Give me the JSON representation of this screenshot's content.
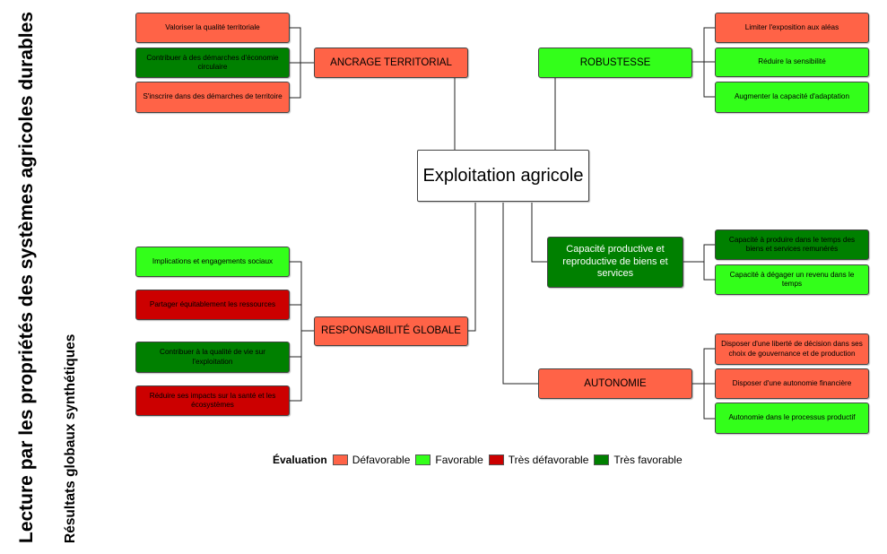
{
  "titles": {
    "main": "Lecture par les propriétés des systèmes agricoles durables",
    "subtitle": "Résultats globaux synthétiques"
  },
  "colors": {
    "defavorable": "#FF6347",
    "favorable": "#33FF1A",
    "tres_defavorable": "#CC0000",
    "tres_favorable": "#008000"
  },
  "root": {
    "label": "Exploitation agricole"
  },
  "categories": {
    "ancrage": {
      "label": "ANCRAGE TERRITORIAL",
      "rating": "defavorable",
      "items": [
        {
          "label": "Valoriser la qualité territoriale",
          "rating": "defavorable"
        },
        {
          "label": "Contribuer à des démarches d'économie circulaire",
          "rating": "tres_favorable"
        },
        {
          "label": "S'inscrire dans des démarches de territoire",
          "rating": "defavorable"
        }
      ]
    },
    "robustesse": {
      "label": "ROBUSTESSE",
      "rating": "favorable",
      "items": [
        {
          "label": "Limiter l'exposition aux aléas",
          "rating": "defavorable"
        },
        {
          "label": "Réduire la sensibilité",
          "rating": "favorable"
        },
        {
          "label": "Augmenter la capacité d'adaptation",
          "rating": "favorable"
        }
      ]
    },
    "capacite": {
      "label": "Capacité productive et reproductive de biens et services",
      "rating": "tres_favorable",
      "items": [
        {
          "label": "Capacité à produire dans le temps des biens et services remunérés",
          "rating": "tres_favorable"
        },
        {
          "label": "Capacité à dégager un revenu dans le temps",
          "rating": "favorable"
        }
      ]
    },
    "responsabilite": {
      "label": "RESPONSABILITÉ GLOBALE",
      "rating": "defavorable",
      "items": [
        {
          "label": "Implications et engagements sociaux",
          "rating": "favorable"
        },
        {
          "label": "Partager équitablement les ressources",
          "rating": "tres_defavorable"
        },
        {
          "label": "Contribuer à la qualité de vie sur l'exploitation",
          "rating": "tres_favorable"
        },
        {
          "label": "Réduire ses impacts sur la santé et les écosystèmes",
          "rating": "tres_defavorable"
        }
      ]
    },
    "autonomie": {
      "label": "AUTONOMIE",
      "rating": "defavorable",
      "items": [
        {
          "label": "Disposer d'une liberté de décision dans ses choix de gouvernance et de production",
          "rating": "defavorable"
        },
        {
          "label": "Disposer d'une autonomie financière",
          "rating": "defavorable"
        },
        {
          "label": "Autonomie dans le processus productif",
          "rating": "favorable"
        }
      ]
    }
  },
  "legend": {
    "title": "Évaluation",
    "items": [
      {
        "label": "Défavorable",
        "color": "#FF6347"
      },
      {
        "label": "Favorable",
        "color": "#33FF1A"
      },
      {
        "label": "Très défavorable",
        "color": "#CC0000"
      },
      {
        "label": "Très favorable",
        "color": "#008000"
      }
    ]
  }
}
